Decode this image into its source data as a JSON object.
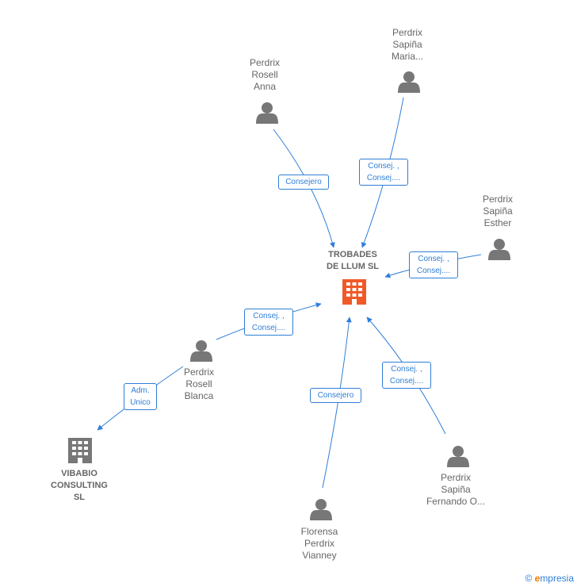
{
  "center": {
    "lines": [
      "TROBADES",
      "DE LLUM  SL"
    ],
    "color": "#f05a28"
  },
  "company2": {
    "lines": [
      "VIBABIO",
      "CONSULTING",
      "SL"
    ],
    "color": "#777777"
  },
  "persons": {
    "rosell_anna": [
      "Perdrix",
      "Rosell",
      "Anna"
    ],
    "sapina_maria": [
      "Perdrix",
      "Sapiña",
      "Maria..."
    ],
    "sapina_esther": [
      "Perdrix",
      "Sapiña",
      "Esther"
    ],
    "rosell_blanca": [
      "Perdrix",
      "Rosell",
      "Blanca"
    ],
    "sapina_fernando": [
      "Perdrix",
      "Sapiña",
      "Fernando O..."
    ],
    "florensa": [
      "Florensa",
      "Perdrix",
      "Vianney"
    ]
  },
  "edges": {
    "anna": [
      "Consejero"
    ],
    "maria": [
      "Consej. ,",
      "Consej...."
    ],
    "esther": [
      "Consej. ,",
      "Consej...."
    ],
    "blanca": [
      "Consej. ,",
      "Consej...."
    ],
    "fernando": [
      "Consej. ,",
      "Consej...."
    ],
    "florensa": [
      "Consejero"
    ],
    "admin": [
      "Adm.",
      "Unico"
    ]
  },
  "colors": {
    "edge": "#2f7ed8",
    "person": "#777777"
  },
  "copyright": {
    "symbol": "©",
    "brand_initial": "e",
    "brand_rest": "mpresia"
  }
}
